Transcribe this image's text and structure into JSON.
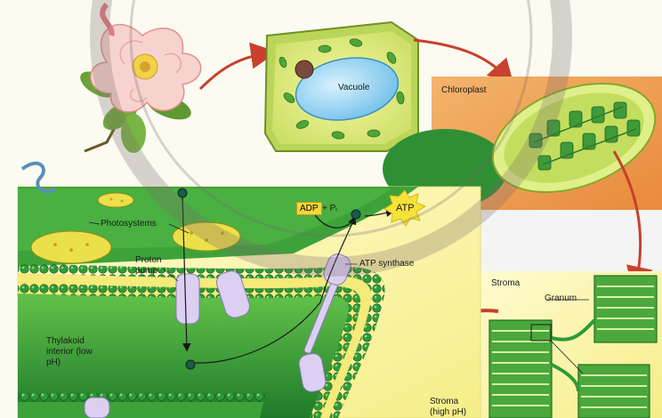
{
  "labels": {
    "vacuole": "Vacuole",
    "chloroplast": "Chloroplast",
    "photosystems": "Photosystems",
    "proton_pump": "Proton pump",
    "adp": "ADP",
    "pi": "+ Pᵢ",
    "atp": "ATP",
    "atp_synthase": "ATP synthase",
    "stroma_top": "Stroma",
    "granum": "Granum",
    "thylakoid_interior": "Thylakoid interior (low pH)",
    "stroma_bottom": "Stroma (high pH)"
  },
  "colors": {
    "membrane_green": "#2e9a3a",
    "thylakoid_green": "#3fae38",
    "yellow_bg": "#fbf6b0",
    "orange_bg": "#f2a45a",
    "arrow_red": "#d9503a",
    "atp_yellow": "#f7e23a"
  }
}
